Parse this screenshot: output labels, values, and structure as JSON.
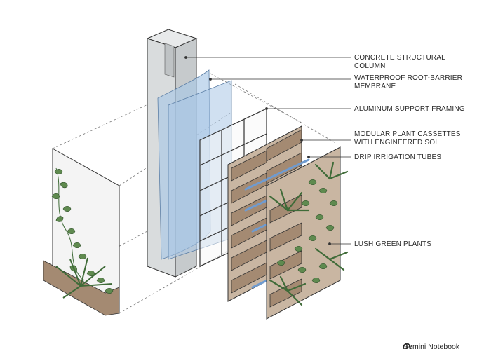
{
  "callouts": [
    {
      "id": "column",
      "label": "CONCRETE STRUCTURAL COLUMN"
    },
    {
      "id": "membrane",
      "label": "WATERPROOF ROOT-BARRIER\nMEMBRANE"
    },
    {
      "id": "framing",
      "label": "ALUMINUM SUPPORT FRAMING"
    },
    {
      "id": "cassettes",
      "label": "MODULAR PLANT CASSETTES\nWITH ENGINEERED SOIL"
    },
    {
      "id": "irrigation",
      "label": "DRIP IRRIGATION TUBES"
    },
    {
      "id": "plants",
      "label": "LUSH GREEN PLANTS"
    }
  ],
  "brand": {
    "label": "Gemini Notebook"
  },
  "colors": {
    "concrete": "#d9dcdd",
    "membrane": "#a9c7e6",
    "framing": "#f0f0f0",
    "soil_box": "#a48a72",
    "irrigation": "#6f9bd0",
    "leaf": "#5f8a4f",
    "leaf_dark": "#3f6b38",
    "line": "#333333"
  }
}
